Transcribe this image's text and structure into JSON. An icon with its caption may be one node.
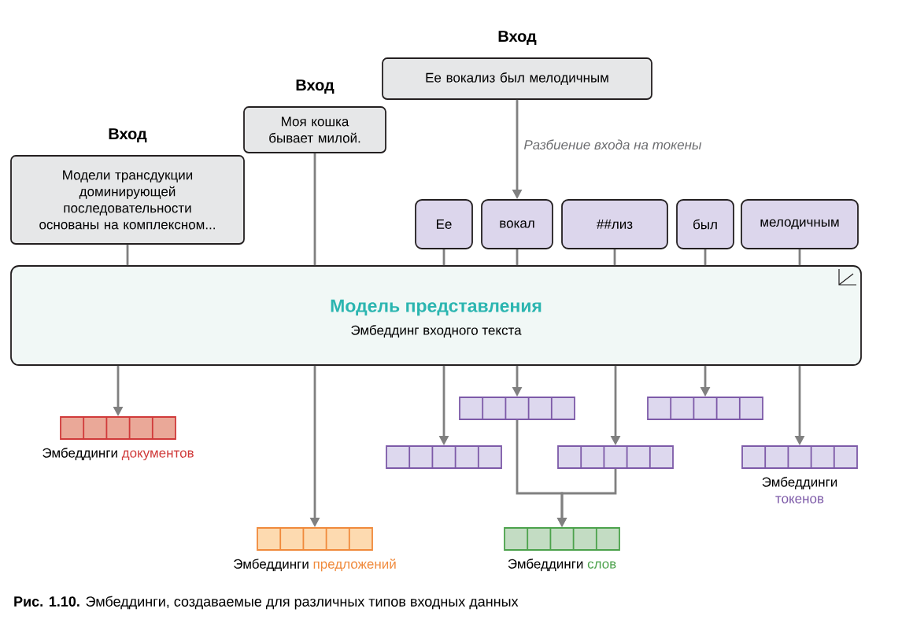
{
  "diagram": {
    "caption": "**Рис. 1.10.** Эмбеддинги, создаваемые для различных типов входных данных",
    "nodes": [
      {
        "text": [
          "Вход",
          "Модели трансдукции доминирующей последовательности основаны на комплексном..."
        ]
      },
      {
        "text": [
          "Вход",
          "Моя кошка бывает милой."
        ]
      },
      {
        "text": [
          "Вход",
          "Ее вокализ был мелодичным"
        ]
      },
      {
        "text": [
          "Ее"
        ]
      },
      {
        "text": [
          "вокал"
        ]
      },
      {
        "text": [
          "##лиз"
        ]
      },
      {
        "text": [
          "был"
        ]
      },
      {
        "text": [
          "мелодичным"
        ]
      },
      {
        "text": [
          "Модель представления",
          "Эмбеддинг входного текста"
        ]
      },
      {
        "text": [],
        "shape": "box",
        "beside": [
          "Эмбеддинги",
          "документов"
        ]
      },
      {
        "text": [],
        "shape": "box",
        "beside": [
          "Эмбеддинги",
          "предложений"
        ]
      },
      {
        "text": [],
        "shape": "box"
      },
      {
        "text": [],
        "shape": "box"
      },
      {
        "text": [],
        "shape": "box"
      },
      {
        "text": [],
        "shape": "box"
      },
      {
        "text": [],
        "shape": "box",
        "beside": [
          "Эмбеддинги",
          "токенов"
        ]
      },
      {
        "text": [],
        "shape": "box",
        "beside": [
          "Эмбеддинги",
          "слов"
        ]
      }
    ],
    "edges": [
      {
        "from": 0,
        "to": 8,
        "arrow": "none"
      },
      {
        "from": 1,
        "to": 8,
        "arrow": "none"
      },
      {
        "from": 2,
        "to": 4,
        "arrow": "to",
        "label": "Разбиение входа на токены"
      },
      {
        "from": 3,
        "to": 8,
        "arrow": "none"
      },
      {
        "from": 4,
        "to": 8,
        "arrow": "none"
      },
      {
        "from": 5,
        "to": 8,
        "arrow": "none"
      },
      {
        "from": 6,
        "to": 8,
        "arrow": "none"
      },
      {
        "from": 7,
        "to": 8,
        "arrow": "none"
      },
      {
        "from": 8,
        "to": 9,
        "arrow": "to"
      },
      {
        "from": 8,
        "to": 10,
        "arrow": "to"
      },
      {
        "from": 8,
        "to": 13,
        "arrow": "to"
      },
      {
        "from": 8,
        "to": 11,
        "arrow": "to"
      },
      {
        "from": 8,
        "to": 14,
        "arrow": "to"
      },
      {
        "from": 8,
        "to": 12,
        "arrow": "to"
      },
      {
        "from": 8,
        "to": 15,
        "arrow": "to"
      },
      {
        "from": 11,
        "to": 16,
        "arrow": "to"
      },
      {
        "from": 14,
        "to": 16,
        "arrow": "to"
      }
    ]
  }
}
